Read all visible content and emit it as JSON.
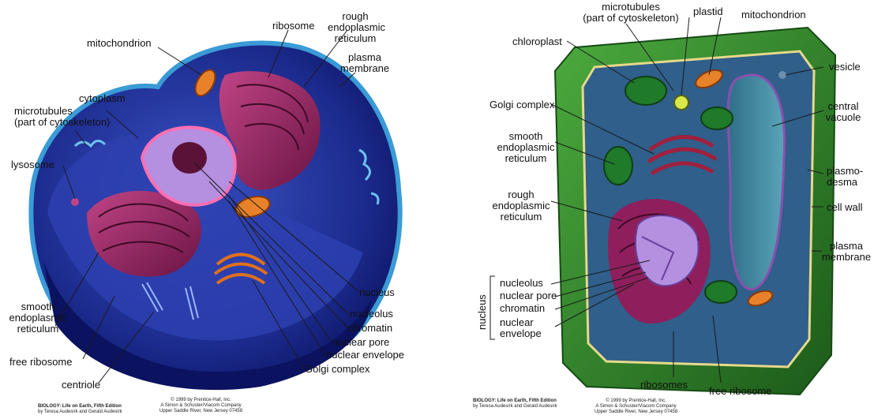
{
  "animal_cell": {
    "labels": {
      "mitochondrion": "mitochondrion",
      "ribosome": "ribosome",
      "rough_er_1": "rough",
      "rough_er_2": "endoplasmic",
      "rough_er_3": "reticulum",
      "plasma_1": "plasma",
      "plasma_2": "membrane",
      "cytoplasm": "cytoplasm",
      "microtubules_1": "microtubules",
      "microtubules_2": "(part of cytoskeleton)",
      "lysosome": "lysosome",
      "nucleus": "nucleus",
      "nucleolus": "nucleolus",
      "chromatin": "chromatin",
      "nuclear_pore": "nuclear pore",
      "nuclear_envelope": "nuclear envelope",
      "golgi": "Golgi complex",
      "smooth_er_1": "smooth",
      "smooth_er_2": "endoplasmic",
      "smooth_er_3": "reticulum",
      "free_ribosome": "free ribosome",
      "centriole": "centriole"
    },
    "credit": {
      "book": "BIOLOGY: Life on Earth, Fifth Edition",
      "authors": "by Teresa Audesirk and Gerald Audesirk",
      "copyright": "© 1999 by Prentice-Hall, Inc.",
      "company": "A Simon & Schuster/Viacom Company",
      "address": "Upper Saddle River, New Jersey 07458"
    }
  },
  "plant_cell": {
    "labels": {
      "microtubules_1": "microtubules",
      "microtubules_2": "(part of cytoskeleton)",
      "plastid": "plastid",
      "mitochondrion": "mitochondrion",
      "chloroplast": "chloroplast",
      "vesicle": "vesicle",
      "golgi": "Golgi complex",
      "central_vacuole_1": "central",
      "central_vacuole_2": "vacuole",
      "smooth_er_1": "smooth",
      "smooth_er_2": "endoplasmic",
      "smooth_er_3": "reticulum",
      "plasmodesma_1": "plasmo-",
      "plasmodesma_2": "desma",
      "rough_er_1": "rough",
      "rough_er_2": "endoplasmic",
      "rough_er_3": "reticulum",
      "cell_wall": "cell wall",
      "plasma_1": "plasma",
      "plasma_2": "membrane",
      "nucleolus": "nucleolus",
      "nuclear_pore": "nuclear pore",
      "chromatin": "chromatin",
      "nuclear_1": "nuclear",
      "nuclear_2": "envelope",
      "nucleus_group": "nucleus",
      "ribosomes": "ribosomes",
      "free_ribosome": "free ribosome"
    },
    "credit": {
      "book": "BIOLOGY: Life on Earth, Fifth Edition",
      "authors": "by Teresa Audesirk and Gerald Audesirk",
      "copyright": "© 1999 by Prentice-Hall, Inc.",
      "company": "A Simon & Schuster/Viacom Company",
      "address": "Upper Saddle River, New Jersey 07458"
    }
  },
  "colors": {
    "animal_membrane": "#3a9bd6",
    "animal_cytoplasm": "#1b2a8c",
    "animal_rim": "#0b1260",
    "organelle_magenta": "#8e1f5c",
    "nucleus_lilac": "#b58fe0",
    "mito_orange": "#e8822a",
    "plant_wall": "#2f8a2a",
    "plant_cytoplasm": "#2f5f8a",
    "vacuole": "#2f6f88",
    "chloroplast": "#1f7a2a"
  }
}
